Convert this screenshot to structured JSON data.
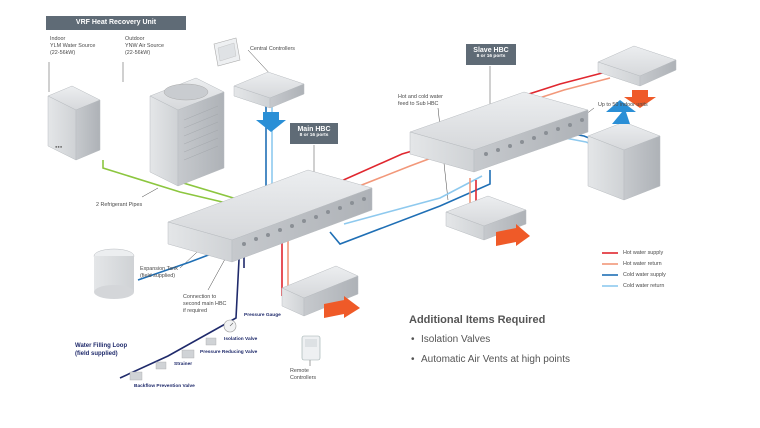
{
  "title": "VRF Heat Recovery Unit",
  "indoor_unit": {
    "line1": "Indoor",
    "line2": "YLM Water Source",
    "line3": "(22-56kW)"
  },
  "outdoor_unit": {
    "line1": "Outdoor",
    "line2": "YNW Air Source",
    "line3": "(22-56kW)"
  },
  "central_controllers": "Central Controllers",
  "main_hbc": {
    "title": "Main HBC",
    "ports": "8 or 16 ports"
  },
  "slave_hbc": {
    "title": "Slave HBC",
    "ports": "8 or 16 ports"
  },
  "feed_note": {
    "line1": "Hot and cold water",
    "line2": "feed to Sub HBC"
  },
  "indoor_units_note": "Up to 50 indoor units",
  "refrigerant_pipes": "2 Refrigerant Pipes",
  "expansion_tank": {
    "line1": "Expansion Tank",
    "line2": "(field supplied)"
  },
  "connection_note": {
    "line1": "Connection to",
    "line2": "second main HBC",
    "line3": "if required"
  },
  "water_loop": {
    "line1": "Water Filling Loop",
    "line2": "(field supplied)"
  },
  "loop_parts": {
    "pressure_gauge": "Pressure Gauge",
    "isolation_valve": "Isolation Valve",
    "pressure_reducing_valve": "Pressure Reducing Valve",
    "strainer": "Strainer",
    "backflow_valve": "Backflow Prevention Valve"
  },
  "remote_controllers": {
    "line1": "Remote",
    "line2": "Controllers"
  },
  "legend": [
    {
      "label": "Hot water supply",
      "color": "#e0272f"
    },
    {
      "label": "Hot water return",
      "color": "#f2987a"
    },
    {
      "label": "Cold water supply",
      "color": "#1f6fb5"
    },
    {
      "label": "Cold water return",
      "color": "#8ec9ee"
    }
  ],
  "additional": {
    "title": "Additional Items Required",
    "items": [
      "Isolation Valves",
      "Automatic Air Vents at high points"
    ]
  },
  "colors": {
    "refrigerant": "#8cc63f",
    "navy_loop": "#1f2a6b",
    "arrow_blue": "#2a8fd6",
    "arrow_orange": "#ef5a28",
    "banner": "#5f6b76",
    "unit_grey": "#d4d6d9"
  }
}
